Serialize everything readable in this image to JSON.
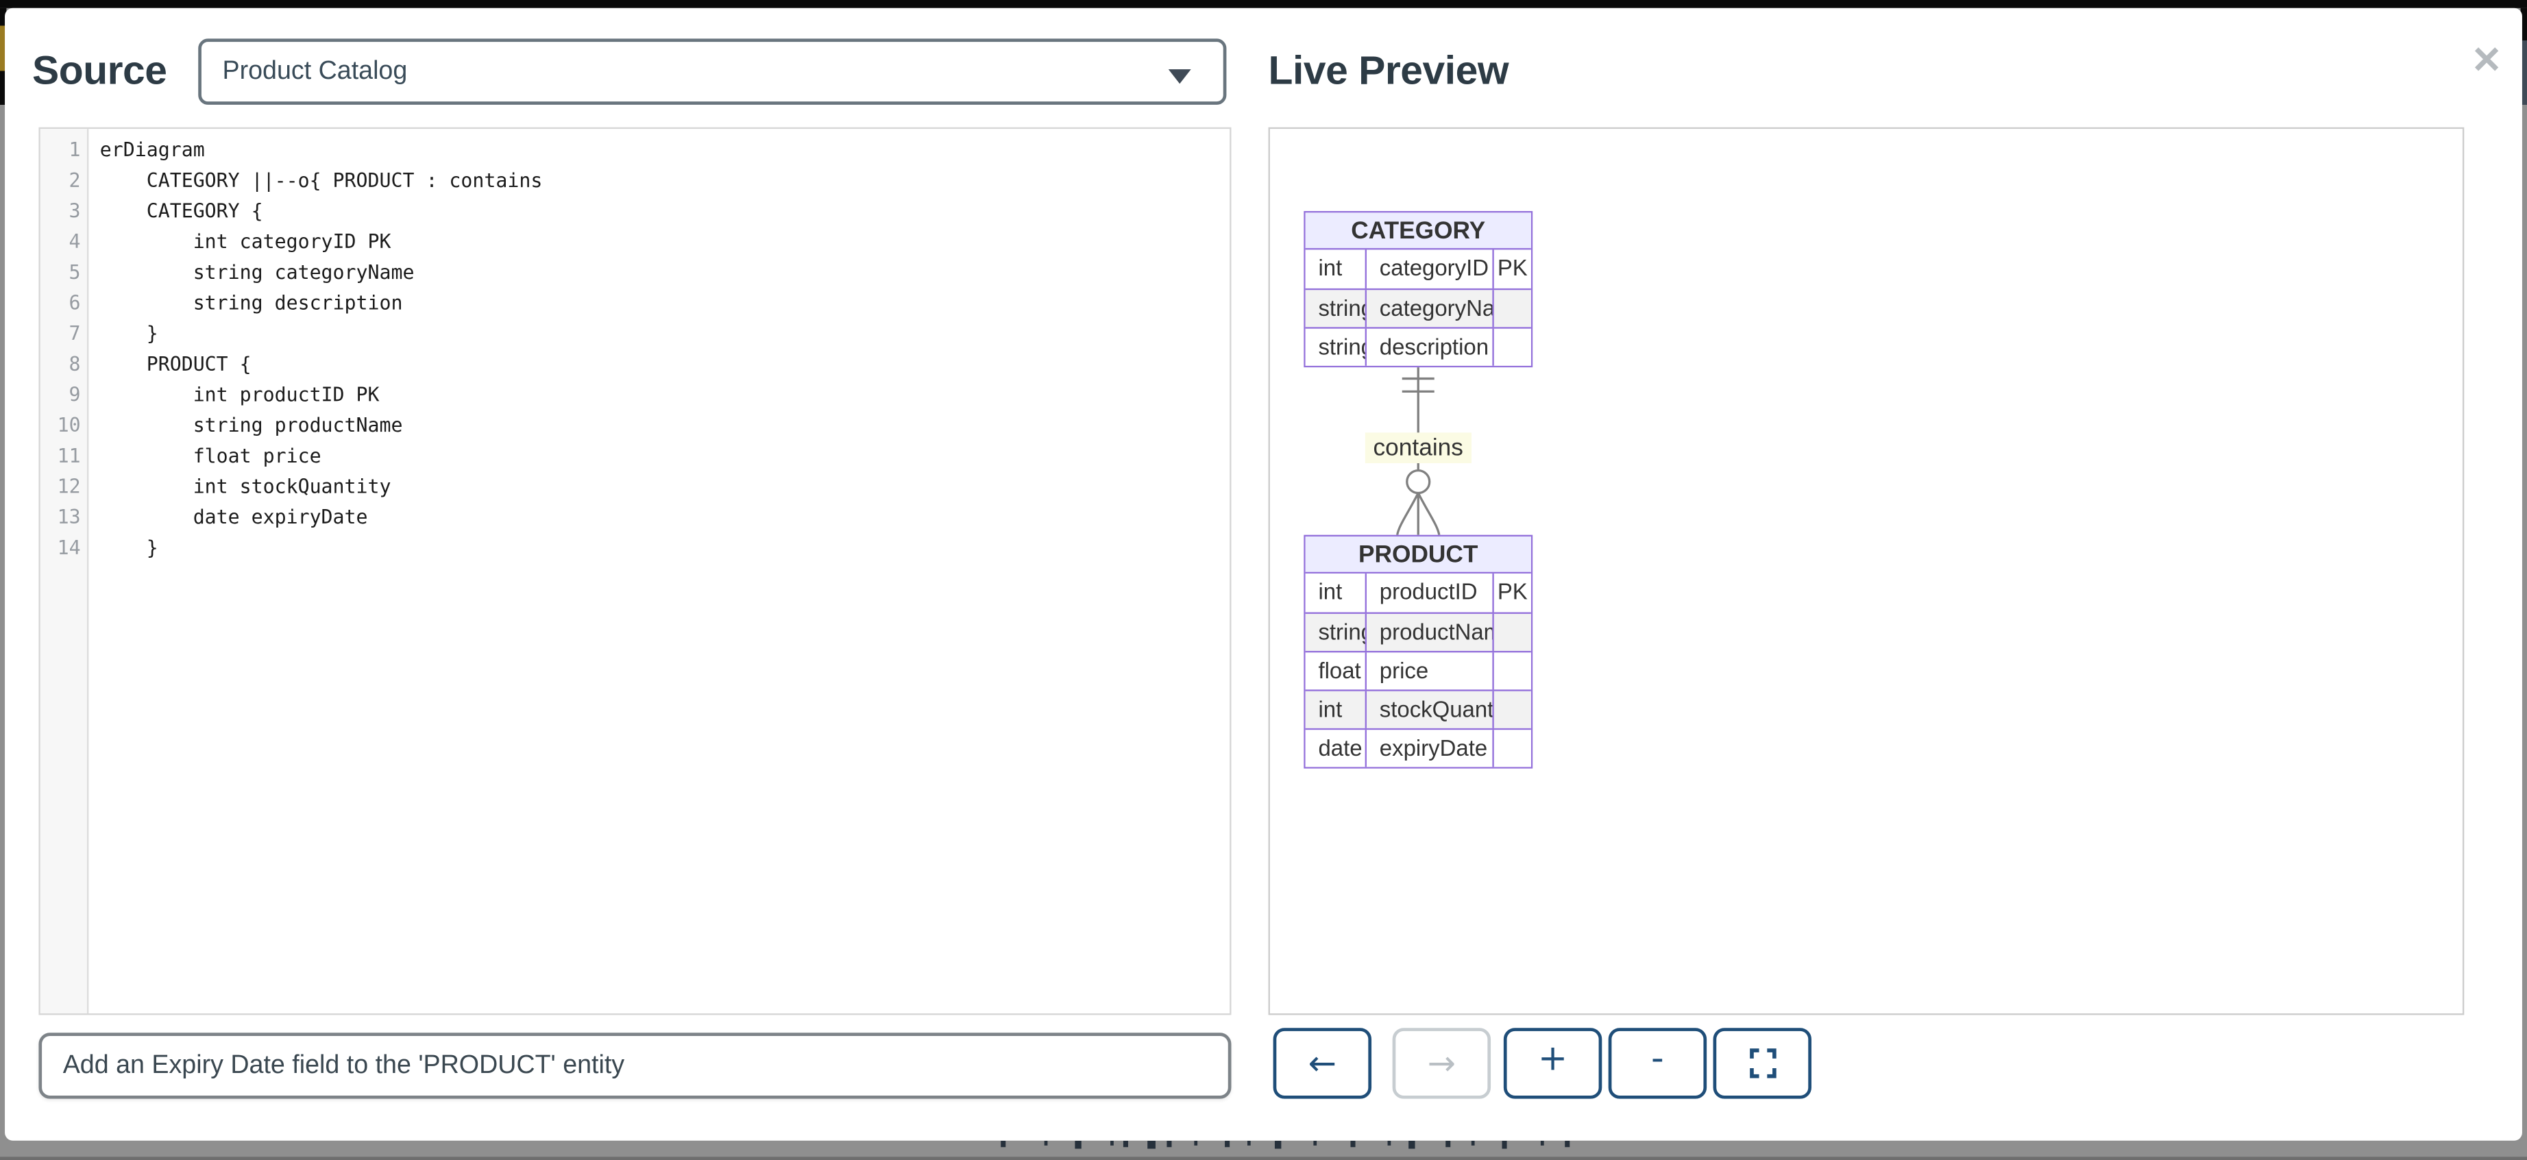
{
  "source_panel": {
    "title": "Source",
    "diagram_select": {
      "value": "Product Catalog"
    },
    "editor": {
      "language": "mermaid",
      "code_lines": [
        "erDiagram",
        "    CATEGORY ||--o{ PRODUCT : contains",
        "    CATEGORY {",
        "        int categoryID PK",
        "        string categoryName",
        "        string description",
        "    }",
        "    PRODUCT {",
        "        int productID PK",
        "        string productName",
        "        float price",
        "        int stockQuantity",
        "        date expiryDate",
        "    }"
      ]
    }
  },
  "prompt": {
    "value": "Add an Expiry Date field to the 'PRODUCT' entity"
  },
  "preview_panel": {
    "title": "Live Preview",
    "close_glyph": "✕",
    "diagram": {
      "type": "er-diagram",
      "entities": [
        {
          "name": "CATEGORY",
          "rows": [
            [
              "int",
              "categoryID",
              "PK"
            ],
            [
              "string",
              "categoryName",
              ""
            ],
            [
              "string",
              "description",
              ""
            ]
          ]
        },
        {
          "name": "PRODUCT",
          "rows": [
            [
              "int",
              "productID",
              "PK"
            ],
            [
              "string",
              "productName",
              ""
            ],
            [
              "float",
              "price",
              ""
            ],
            [
              "int",
              "stockQuantity",
              ""
            ],
            [
              "date",
              "expiryDate",
              ""
            ]
          ]
        }
      ],
      "relationship": {
        "from": "CATEGORY",
        "to": "PRODUCT",
        "label": "contains",
        "cardinality": "||--o{"
      }
    },
    "toolbar": {
      "buttons": [
        {
          "id": "back",
          "glyph": "←",
          "icon": "arrow-left-icon",
          "enabled": true
        },
        {
          "id": "forward",
          "glyph": "→",
          "icon": "arrow-right-icon",
          "enabled": false
        },
        {
          "id": "zoom-in",
          "glyph": "+",
          "icon": "plus-icon",
          "enabled": true
        },
        {
          "id": "zoom-out",
          "glyph": "-",
          "icon": "minus-icon",
          "enabled": true
        },
        {
          "id": "fullscreen",
          "glyph": "",
          "icon": "fullscreen-icon",
          "enabled": true
        }
      ]
    }
  },
  "colors": {
    "entity_border": "#9370DB",
    "entity_header_bg": "#ECECFF",
    "entity_alt_row_bg": "#f2f2f2",
    "relationship_line": "#808080",
    "relationship_label_bg": "#fbfbe4",
    "button_accent": "#1f4e79",
    "button_disabled": "#c7cdd1",
    "heading_text": "#2d3b45",
    "page_edge_gold": "#9a7b21"
  }
}
